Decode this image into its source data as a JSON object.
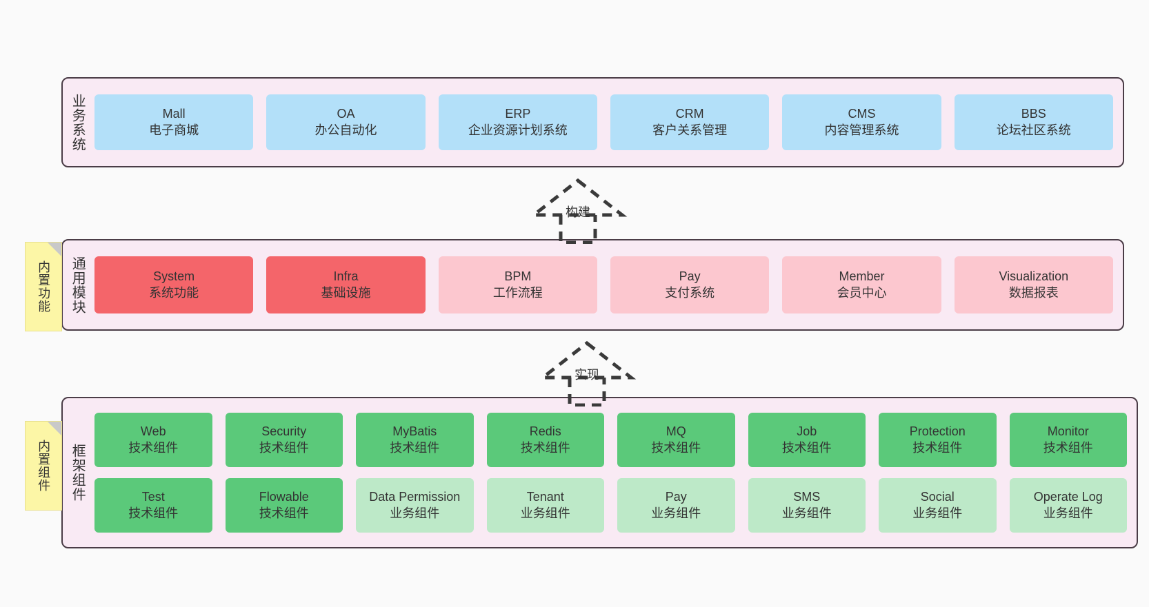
{
  "diagram": {
    "background_color": "#fafafa",
    "layer_fill": "#f9eaf4",
    "layer_border": "#4a3c46"
  },
  "layers": [
    {
      "id": "business-system",
      "title": "业务系统",
      "note": null,
      "card_color": "#b3e0f9",
      "rows": [
        [
          {
            "name": "Mall",
            "desc": "电子商城"
          },
          {
            "name": "OA",
            "desc": "办公自动化"
          },
          {
            "name": "ERP",
            "desc": "企业资源计划系统"
          },
          {
            "name": "CRM",
            "desc": "客户关系管理"
          },
          {
            "name": "CMS",
            "desc": "内容管理系统"
          },
          {
            "name": "BBS",
            "desc": "论坛社区系统"
          }
        ]
      ]
    },
    {
      "id": "common-module",
      "title": "通用模块",
      "note": "内置功能",
      "rows": [
        [
          {
            "name": "System",
            "desc": "系统功能",
            "color": "#f4656a"
          },
          {
            "name": "Infra",
            "desc": "基础设施",
            "color": "#f4656a"
          },
          {
            "name": "BPM",
            "desc": "工作流程",
            "color": "#fcc7cf"
          },
          {
            "name": "Pay",
            "desc": "支付系统",
            "color": "#fcc7cf"
          },
          {
            "name": "Member",
            "desc": "会员中心",
            "color": "#fcc7cf"
          },
          {
            "name": "Visualization",
            "desc": "数据报表",
            "color": "#fcc7cf"
          }
        ]
      ]
    },
    {
      "id": "framework-component",
      "title": "框架组件",
      "note": "内置组件",
      "rows": [
        [
          {
            "name": "Web",
            "desc": "技术组件",
            "color": "#5bc97a"
          },
          {
            "name": "Security",
            "desc": "技术组件",
            "color": "#5bc97a"
          },
          {
            "name": "MyBatis",
            "desc": "技术组件",
            "color": "#5bc97a"
          },
          {
            "name": "Redis",
            "desc": "技术组件",
            "color": "#5bc97a"
          },
          {
            "name": "MQ",
            "desc": "技术组件",
            "color": "#5bc97a"
          },
          {
            "name": "Job",
            "desc": "技术组件",
            "color": "#5bc97a"
          },
          {
            "name": "Protection",
            "desc": "技术组件",
            "color": "#5bc97a"
          },
          {
            "name": "Monitor",
            "desc": "技术组件",
            "color": "#5bc97a"
          }
        ],
        [
          {
            "name": "Test",
            "desc": "技术组件",
            "color": "#5bc97a"
          },
          {
            "name": "Flowable",
            "desc": "技术组件",
            "color": "#5bc97a"
          },
          {
            "name": "Data Permission",
            "desc": "业务组件",
            "color": "#bde9c8"
          },
          {
            "name": "Tenant",
            "desc": "业务组件",
            "color": "#bde9c8"
          },
          {
            "name": "Pay",
            "desc": "业务组件",
            "color": "#bde9c8"
          },
          {
            "name": "SMS",
            "desc": "业务组件",
            "color": "#bde9c8"
          },
          {
            "name": "Social",
            "desc": "业务组件",
            "color": "#bde9c8"
          },
          {
            "name": "Operate Log",
            "desc": "业务组件",
            "color": "#bde9c8"
          }
        ]
      ]
    }
  ],
  "connectors": [
    {
      "id": "build",
      "label": "构建",
      "style": "dashed-generalization",
      "direction": "up"
    },
    {
      "id": "implement",
      "label": "实现",
      "style": "dashed-generalization",
      "direction": "up"
    }
  ]
}
